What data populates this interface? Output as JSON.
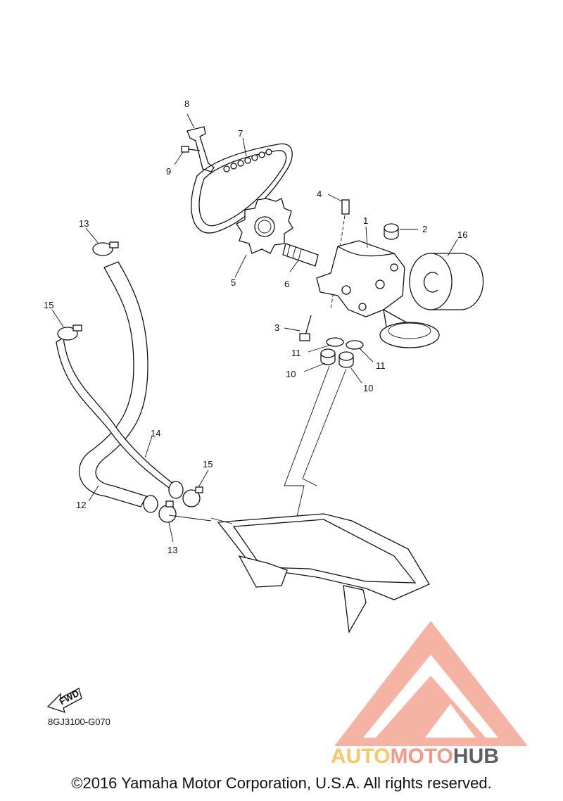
{
  "callouts": [
    {
      "id": "c1",
      "text": "1"
    },
    {
      "id": "c2",
      "text": "2"
    },
    {
      "id": "c3",
      "text": "3"
    },
    {
      "id": "c4",
      "text": "4"
    },
    {
      "id": "c5",
      "text": "5"
    },
    {
      "id": "c6",
      "text": "6"
    },
    {
      "id": "c7",
      "text": "7"
    },
    {
      "id": "c8",
      "text": "8"
    },
    {
      "id": "c9",
      "text": "9"
    },
    {
      "id": "c10a",
      "text": "10"
    },
    {
      "id": "c10b",
      "text": "10"
    },
    {
      "id": "c11a",
      "text": "11"
    },
    {
      "id": "c11b",
      "text": "11"
    },
    {
      "id": "c12",
      "text": "12"
    },
    {
      "id": "c13a",
      "text": "13"
    },
    {
      "id": "c13b",
      "text": "13"
    },
    {
      "id": "c14",
      "text": "14"
    },
    {
      "id": "c15a",
      "text": "15"
    },
    {
      "id": "c15b",
      "text": "15"
    },
    {
      "id": "c16",
      "text": "16"
    }
  ],
  "fwd_label": "FWD",
  "diagram_code": "8GJ3100-G070",
  "watermark": {
    "part1": "AUTO",
    "part2": "MOTO",
    "part3": "HUB",
    "colors": {
      "auto": "#f7c76a",
      "moto": "#f29a86",
      "hub": "#5f5f5f",
      "logo": "#f29a86"
    }
  },
  "copyright": "©2016 Yamaha Motor Corporation, U.S.A. All rights reserved."
}
